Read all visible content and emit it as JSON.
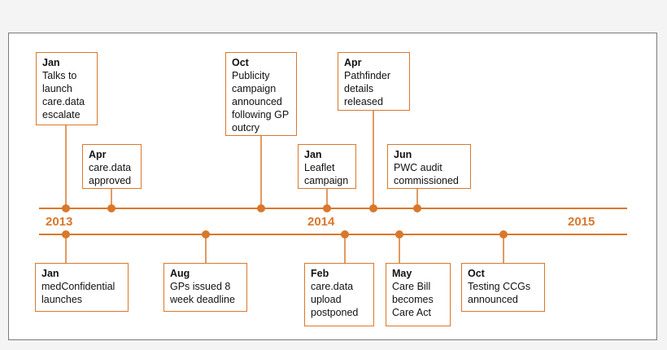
{
  "colors": {
    "accent": "#d9782b",
    "frame": "#7a7a7a",
    "background": "#ffffff"
  },
  "years": [
    "2013",
    "2014",
    "2015"
  ],
  "events_above": [
    {
      "month": "Jan",
      "text": "Talks to\nlaunch\ncare.data\nescalate"
    },
    {
      "month": "Apr",
      "text": "care.data\napproved"
    },
    {
      "month": "Oct",
      "text": "Publicity\ncampaign\nannounced\nfollowing GP\noutcry"
    },
    {
      "month": "Jan",
      "text": "Leaflet\ncampaign"
    },
    {
      "month": "Apr",
      "text": "Pathfinder\ndetails\nreleased"
    },
    {
      "month": "Jun",
      "text": "PWC audit\ncommissioned"
    }
  ],
  "events_below": [
    {
      "month": "Jan",
      "text": "medConfidential\nlaunches"
    },
    {
      "month": "Aug",
      "text": "GPs issued 8\nweek deadline"
    },
    {
      "month": "Feb",
      "text": "care.data\nupload\npostponed"
    },
    {
      "month": "May",
      "text": "Care Bill\nbecomes\nCare Act"
    },
    {
      "month": "Oct",
      "text": "Testing CCGs\nannounced"
    }
  ]
}
